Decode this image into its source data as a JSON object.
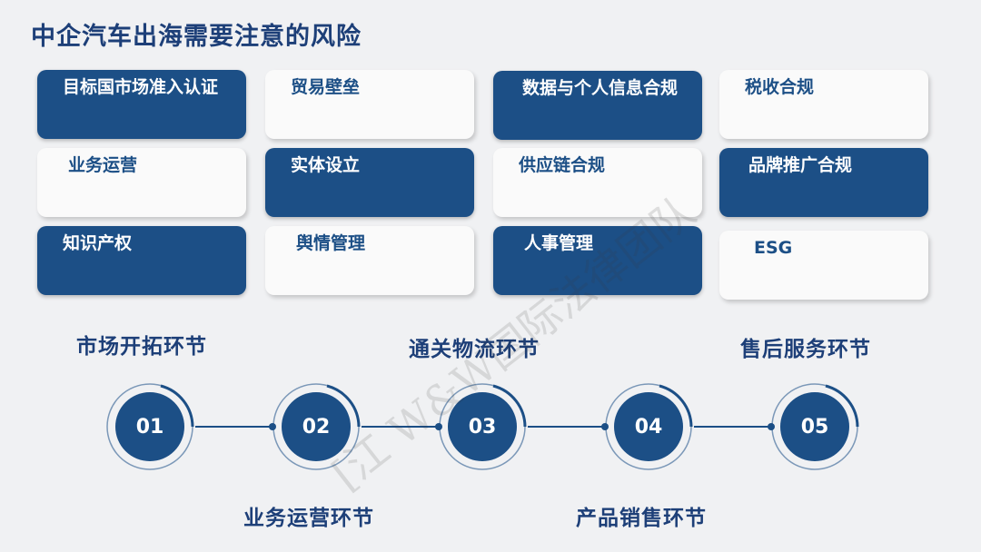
{
  "title": "中企汽车出海需要注意的风险",
  "cards": [
    {
      "label": "目标国市场准入认证",
      "style": "dark"
    },
    {
      "label": "贸易壁垒",
      "style": "light"
    },
    {
      "label": "数据与个人信息合规",
      "style": "dark"
    },
    {
      "label": "税收合规",
      "style": "light"
    },
    {
      "label": "业务运营",
      "style": "light"
    },
    {
      "label": "实体设立",
      "style": "dark"
    },
    {
      "label": "供应链合规",
      "style": "light"
    },
    {
      "label": "品牌推广合规",
      "style": "dark"
    },
    {
      "label": "知识产权",
      "style": "dark"
    },
    {
      "label": "舆情管理",
      "style": "light"
    },
    {
      "label": "人事管理",
      "style": "dark"
    },
    {
      "label": "ESG",
      "style": "light"
    }
  ],
  "stages_top": [
    "市场开拓环节",
    "通关物流环节",
    "售后服务环节"
  ],
  "stages_bottom": [
    "业务运营环节",
    "产品销售环节"
  ],
  "steps": [
    "01",
    "02",
    "03",
    "04",
    "05"
  ],
  "watermark": "[江 W&W国际法律团队",
  "colors": {
    "primary": "#1c4f86",
    "background": "#f0f1f3",
    "card_light": "#fafafa"
  }
}
